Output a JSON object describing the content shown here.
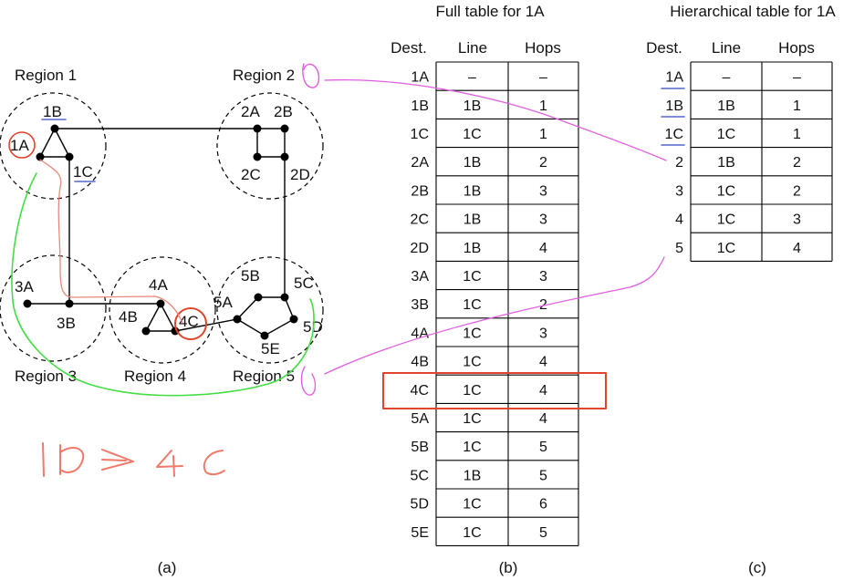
{
  "figure": {
    "regions": [
      {
        "id": "r1",
        "label": "Region 1"
      },
      {
        "id": "r2",
        "label": "Region 2"
      },
      {
        "id": "r3",
        "label": "Region 3"
      },
      {
        "id": "r4",
        "label": "Region 4"
      },
      {
        "id": "r5",
        "label": "Region 5"
      }
    ],
    "routers": [
      "1A",
      "1B",
      "1C",
      "2A",
      "2B",
      "2C",
      "2D",
      "3A",
      "3B",
      "4A",
      "4B",
      "4C",
      "5A",
      "5B",
      "5C",
      "5D",
      "5E"
    ],
    "captions": {
      "a": "(a)",
      "b": "(b)",
      "c": "(c)"
    }
  },
  "full_table": {
    "title": "Full table for 1A",
    "headers": [
      "Dest.",
      "Line",
      "Hops"
    ],
    "rows": [
      [
        "1A",
        "–",
        "–"
      ],
      [
        "1B",
        "1B",
        "1"
      ],
      [
        "1C",
        "1C",
        "1"
      ],
      [
        "2A",
        "1B",
        "2"
      ],
      [
        "2B",
        "1B",
        "3"
      ],
      [
        "2C",
        "1B",
        "3"
      ],
      [
        "2D",
        "1B",
        "4"
      ],
      [
        "3A",
        "1C",
        "3"
      ],
      [
        "3B",
        "1C",
        "2"
      ],
      [
        "4A",
        "1C",
        "3"
      ],
      [
        "4B",
        "1C",
        "4"
      ],
      [
        "4C",
        "1C",
        "4"
      ],
      [
        "5A",
        "1C",
        "4"
      ],
      [
        "5B",
        "1C",
        "5"
      ],
      [
        "5C",
        "1B",
        "5"
      ],
      [
        "5D",
        "1C",
        "6"
      ],
      [
        "5E",
        "1C",
        "5"
      ]
    ]
  },
  "hier_table": {
    "title": "Hierarchical table for 1A",
    "headers": [
      "Dest.",
      "Line",
      "Hops"
    ],
    "rows": [
      [
        "1A",
        "–",
        "–"
      ],
      [
        "1B",
        "1B",
        "1"
      ],
      [
        "1C",
        "1C",
        "1"
      ],
      [
        "2",
        "1B",
        "2"
      ],
      [
        "3",
        "1C",
        "2"
      ],
      [
        "4",
        "1C",
        "3"
      ],
      [
        "5",
        "1C",
        "4"
      ]
    ]
  },
  "colors": {
    "highlight_red": "#e0442c",
    "annotation_pink": "#e060e0",
    "annotation_green": "#44dd44",
    "underline_blue": "#5566cc",
    "ink": "#000000"
  }
}
